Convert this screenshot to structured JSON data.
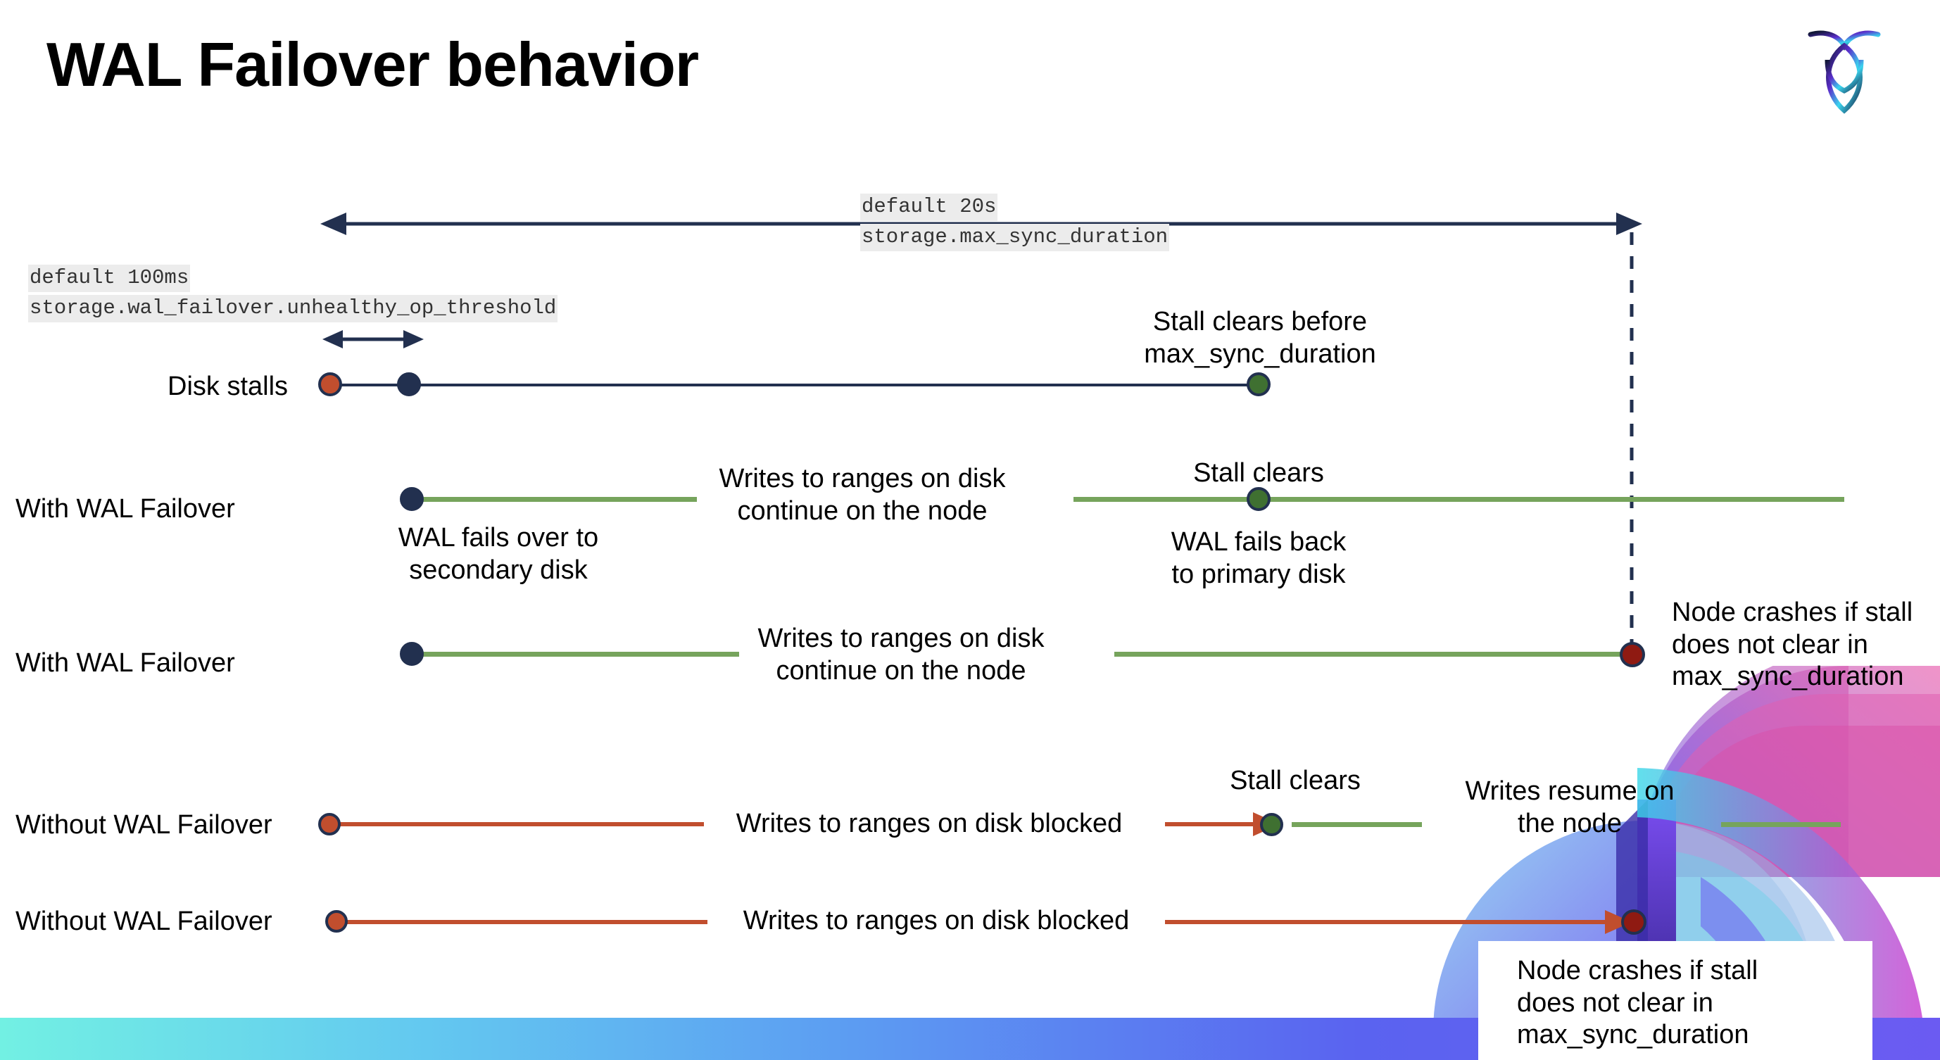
{
  "slide": {
    "title": "WAL Failover behavior",
    "logo_name": "cockroachdb-logo",
    "background": "#ffffff"
  },
  "colors": {
    "navy": "#22304f",
    "green_line": "#76a45c",
    "green_dot": "#3f7031",
    "orange": "#c14e2e",
    "dark_red": "#8f1a12",
    "mono_bg": "#ececec",
    "gradient_start": "#72f0e3",
    "gradient_end": "#6b5bf2"
  },
  "settings": {
    "max_sync": {
      "default_label": "default 20s",
      "setting_name": "storage.max_sync_duration"
    },
    "unhealthy_op": {
      "default_label": "default 100ms",
      "setting_name": "storage.wal_failover.unhealthy_op_threshold"
    }
  },
  "rows": [
    {
      "id": "disk-stalls",
      "label": "Disk stalls",
      "annotations": [
        {
          "id": "stall-clears-before",
          "text": "Stall clears before\nmax_sync_duration"
        }
      ]
    },
    {
      "id": "with-wal-failover-1",
      "label": "With WAL Failover",
      "annotations": [
        {
          "id": "wal-fails-over",
          "text": "WAL fails over to\nsecondary disk"
        },
        {
          "id": "writes-continue-1",
          "text": "Writes to ranges on disk\ncontinue on the node"
        },
        {
          "id": "stall-clears-1",
          "text": "Stall clears"
        },
        {
          "id": "wal-fails-back",
          "text": "WAL fails  back\nto primary disk"
        }
      ]
    },
    {
      "id": "with-wal-failover-2",
      "label": "With WAL Failover",
      "annotations": [
        {
          "id": "writes-continue-2",
          "text": "Writes to ranges on disk\ncontinue on the node"
        },
        {
          "id": "node-crashes-1",
          "text": "Node crashes if stall\ndoes not clear in\nmax_sync_duration"
        }
      ]
    },
    {
      "id": "without-wal-failover-1",
      "label": "Without WAL Failover",
      "annotations": [
        {
          "id": "writes-blocked-1",
          "text": "Writes to ranges on disk  blocked"
        },
        {
          "id": "stall-clears-2",
          "text": "Stall clears"
        },
        {
          "id": "writes-resume",
          "text": "Writes resume on\nthe node"
        }
      ]
    },
    {
      "id": "without-wal-failover-2",
      "label": "Without WAL Failover",
      "annotations": [
        {
          "id": "writes-blocked-2",
          "text": "Writes to ranges on disk  blocked"
        },
        {
          "id": "node-crashes-2",
          "text": "Node crashes if stall\ndoes not clear in\nmax_sync_duration"
        }
      ]
    }
  ],
  "text": {
    "title": "WAL Failover behavior",
    "disk_stalls": "Disk stalls",
    "with_wal_failover_1": "With WAL Failover",
    "with_wal_failover_2": "With WAL Failover",
    "without_wal_failover_1": "Without WAL Failover",
    "without_wal_failover_2": "Without WAL Failover",
    "default_20s": "default 20s",
    "max_sync_duration_setting": "storage.max_sync_duration",
    "default_100ms": "default 100ms",
    "unhealthy_op_threshold_setting": "storage.wal_failover.unhealthy_op_threshold",
    "stall_clears_before_l1": "Stall clears before",
    "stall_clears_before_l2": "max_sync_duration",
    "wal_fails_over_l1": "WAL fails over to",
    "wal_fails_over_l2": "secondary disk",
    "writes_continue_1_l1": "Writes to ranges on disk",
    "writes_continue_1_l2": "continue on the node",
    "stall_clears_1": "Stall clears",
    "wal_fails_back_l1": "WAL fails  back",
    "wal_fails_back_l2": "to primary disk",
    "writes_continue_2_l1": "Writes to ranges on disk",
    "writes_continue_2_l2": "continue on the node",
    "node_crashes_1_l1": "Node crashes if stall",
    "node_crashes_1_l2": "does not clear in",
    "node_crashes_1_l3": "max_sync_duration",
    "writes_blocked_1": "Writes to ranges on disk  blocked",
    "stall_clears_2": "Stall clears",
    "writes_resume_l1": "Writes resume on",
    "writes_resume_l2": "the node",
    "writes_blocked_2": "Writes to ranges on disk  blocked",
    "node_crashes_2_l1": "Node crashes if stall",
    "node_crashes_2_l2": "does not clear in",
    "node_crashes_2_l3": "max_sync_duration"
  }
}
